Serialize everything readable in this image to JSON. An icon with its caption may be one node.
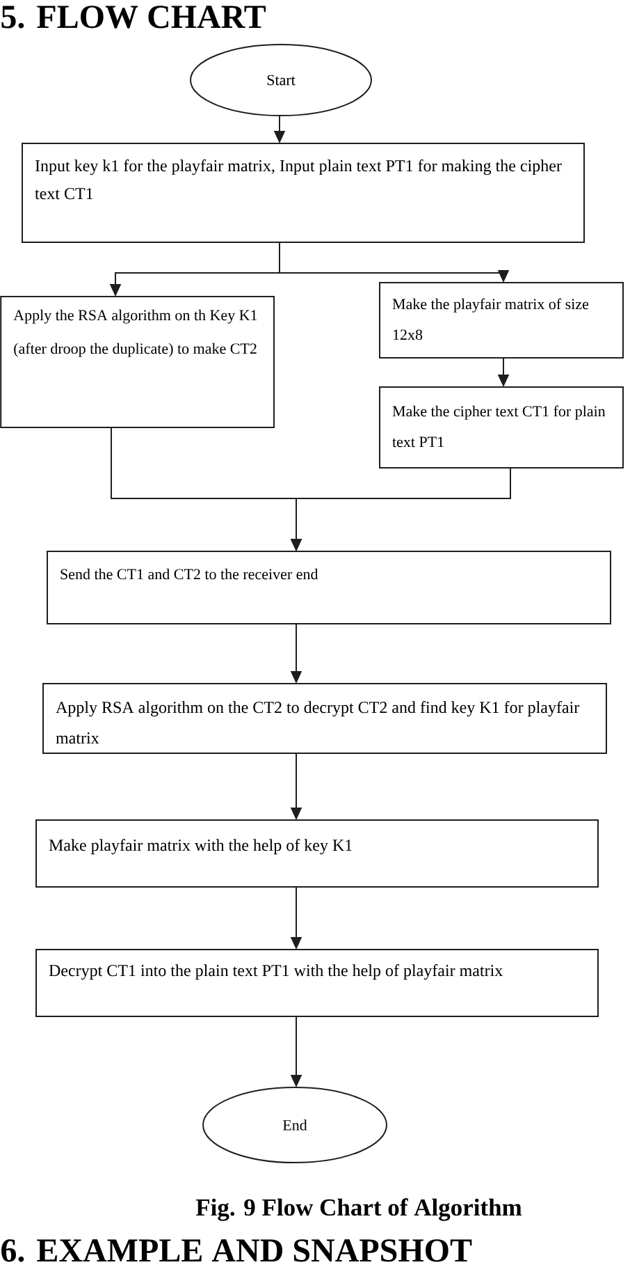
{
  "diagram": {
    "title": "5. FLOW CHART",
    "nodes": [
      {
        "text": [
          "Start"
        ]
      },
      {
        "text": [
          "Input key k1 for the playfair matrix, Input plain text PT1 for making the cipher text CT1"
        ]
      },
      {
        "text": [
          "Apply the RSA algorithm on th Key K1 (after droop the duplicate) to make CT2"
        ]
      },
      {
        "text": [
          "Make the playfair matrix of size 12x8"
        ]
      },
      {
        "text": [
          "Make the cipher text CT1 for plain text PT1"
        ]
      },
      {
        "text": [
          "Send the CT1 and CT2 to the receiver end"
        ]
      },
      {
        "text": [
          "Apply RSA algorithm on the CT2 to decrypt CT2 and find key K1 for playfair matrix"
        ]
      },
      {
        "text": [
          "Make playfair matrix with the help of key K1"
        ]
      },
      {
        "text": [
          "Decrypt CT1 into the plain text PT1 with the help of playfair matrix"
        ]
      },
      {
        "text": [
          "End"
        ]
      }
    ],
    "edges": [
      {
        "from": 0,
        "to": 1,
        "arrow": "to"
      },
      {
        "from": 1,
        "to": 2,
        "arrow": "to"
      },
      {
        "from": 1,
        "to": 3,
        "arrow": "to"
      },
      {
        "from": 3,
        "to": 4,
        "arrow": "to"
      },
      {
        "from": 2,
        "to": 5,
        "arrow": "to"
      },
      {
        "from": 4,
        "to": 5,
        "arrow": "to"
      },
      {
        "from": 5,
        "to": 6,
        "arrow": "to"
      },
      {
        "from": 6,
        "to": 7,
        "arrow": "to"
      },
      {
        "from": 7,
        "to": 8,
        "arrow": "to"
      },
      {
        "from": 8,
        "to": 9,
        "arrow": "to"
      }
    ],
    "labels": [
      "6. EXAMPLE AND SNAPSHOT"
    ],
    "caption": "Fig. 9 Flow Chart of Algorithm"
  }
}
